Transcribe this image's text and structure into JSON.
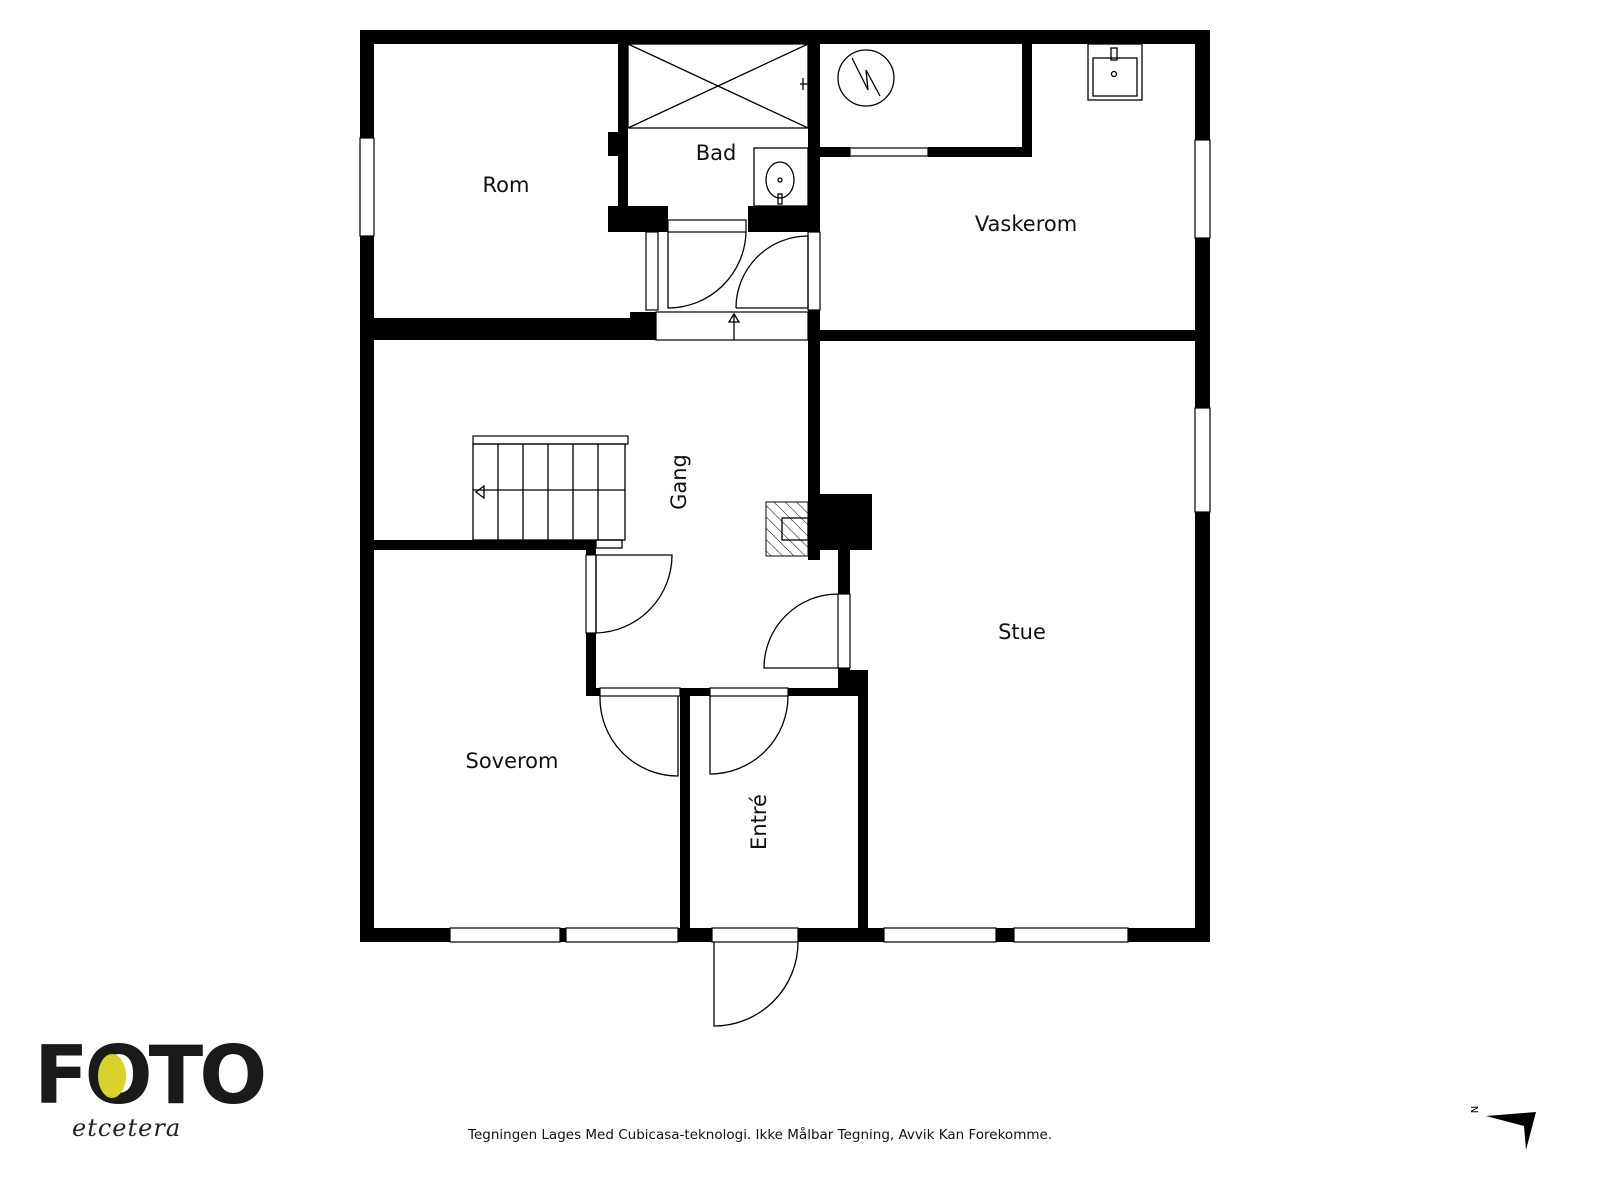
{
  "rooms": {
    "rom": "Rom",
    "bad": "Bad",
    "vaskerom": "Vaskerom",
    "gang": "Gang",
    "stue": "Stue",
    "soverom": "Soverom",
    "entre": "Entré"
  },
  "footer": {
    "disclaimer": "Tegningen Lages Med Cubicasa-teknologi. Ikke Målbar Tegning, Avvik Kan Forekomme."
  },
  "logo": {
    "name": "FOTO",
    "tagline": "etcetera",
    "accent_color": "#d9d22a"
  },
  "compass": {
    "label": "N",
    "icon": "north-arrow-icon"
  },
  "colors": {
    "wall": "#000000",
    "background": "#ffffff"
  }
}
